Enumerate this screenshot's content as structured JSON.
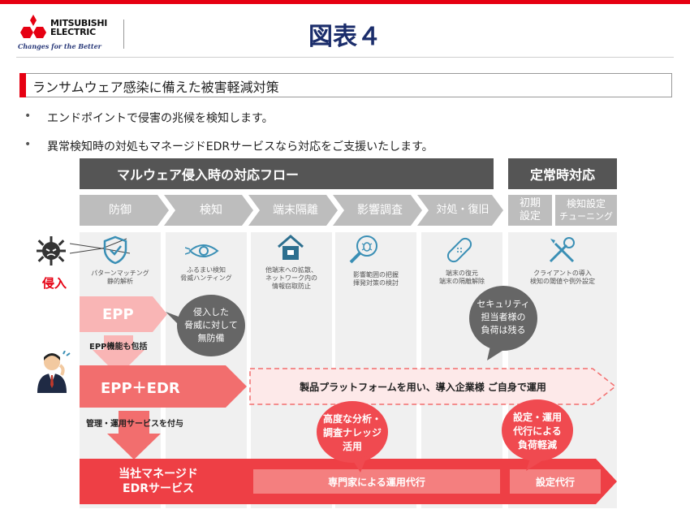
{
  "logo": {
    "line1": "MITSUBISHI",
    "line2": "ELECTRIC",
    "tagline": "Changes for the Better"
  },
  "page_title": "図表４",
  "subtitle": "ランサムウェア感染に備えた被害軽減対策",
  "bullets": [
    "エンドポイントで侵害の兆候を検知します。",
    "異常検知時の対処もマネージドEDRサービスなら対応をご支援いたします。"
  ],
  "flow": {
    "main_header": "マルウェア侵入時の対応フロー",
    "side_header": "定常時対応",
    "steps": [
      "防御",
      "検知",
      "端末隔離",
      "影響調査",
      "対処・復旧"
    ],
    "side_steps": [
      {
        "line1": "初期",
        "line2": "設定"
      },
      {
        "line1": "検知設定",
        "line2": "チューニング"
      }
    ],
    "captions": [
      {
        "line1": "パターンマッチング",
        "line2": "静的解析",
        "line3": ""
      },
      {
        "line1": "ふるまい検知",
        "line2": "脅威ハンティング",
        "line3": ""
      },
      {
        "line1": "他端末への拡散、",
        "line2": "ネットワーク内の",
        "line3": "情報窃取防止"
      },
      {
        "line1": "影響範囲の把握",
        "line2": "揮発対策の検討",
        "line3": ""
      },
      {
        "line1": "端末の復元",
        "line2": "端末の隔離解除",
        "line3": ""
      },
      {
        "line1": "クライアントの導入",
        "line2": "検知の閾値や例外設定",
        "line3": ""
      }
    ],
    "icons": [
      "shield-icon",
      "eye-icon",
      "house-icon",
      "magnifier-bug-icon",
      "bandage-icon",
      "tools-icon"
    ]
  },
  "intrusion_label": "侵入",
  "epp": {
    "label": "EPP",
    "note": "EPP機能も包括",
    "bubble": {
      "line1": "侵入した",
      "line2": "脅威に対して",
      "line3": "無防備"
    }
  },
  "epp_edr": {
    "label": "EPP＋EDR",
    "note": "管理・運用サービスを付与",
    "banner": "製品プラットフォームを用い、導入企業様 ご自身で運用",
    "bubble": {
      "line1": "セキュリティ",
      "line2": "担当者様の",
      "line3": "負荷は残る"
    }
  },
  "managed": {
    "line1": "当社マネージド",
    "line2": "EDRサービス",
    "ops_label": "専門家による運用代行",
    "setting_label": "設定代行",
    "bubble_left": {
      "line1": "高度な分析・",
      "line2": "調査ナレッジ",
      "line3": "活用"
    },
    "bubble_right": {
      "line1": "設定・運用",
      "line2": "代行による",
      "line3": "負荷軽減"
    }
  },
  "colors": {
    "brand_red": "#e60012",
    "title_navy": "#1b2d6b",
    "dark_grey": "#555555",
    "step_grey": "#bdbdbd",
    "epp_pink": "#f9b5b5",
    "edr_red": "#f26e6e",
    "managed_red": "#ee3f45"
  }
}
